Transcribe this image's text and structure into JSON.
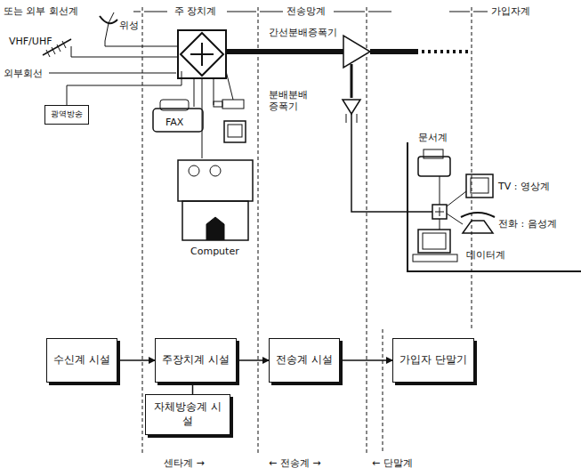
{
  "diagram": {
    "nodes": [
      {
        "text": [
          "광역방송"
        ]
      },
      {
        "text": [
          "수신계 시설"
        ]
      },
      {
        "text": [
          "주장치계 시설"
        ]
      },
      {
        "text": [
          "자체방송계 시설"
        ]
      },
      {
        "text": [
          "전송계 시설"
        ]
      },
      {
        "text": [
          "가입자 단말기"
        ]
      }
    ],
    "edges": [
      {
        "from": 1,
        "to": 2,
        "arrow": "to"
      },
      {
        "from": 2,
        "to": 4,
        "arrow": "to"
      },
      {
        "from": 4,
        "to": 5,
        "arrow": "to"
      },
      {
        "from": 2,
        "to": 3,
        "arrow": "none"
      }
    ],
    "labels": [
      "또는 외부 회선계",
      "주 장치계",
      "전송망계",
      "가입자계",
      "위성",
      "VHF/UHF",
      "외부회선",
      "간선분배증폭기",
      "분배분배 증폭기",
      "FAX",
      "Computer",
      "문서계",
      "TV : 영상계",
      "전화 : 음성계",
      "데이터계",
      "센타계 →",
      "← 전송계 →",
      "← 단말계"
    ]
  }
}
